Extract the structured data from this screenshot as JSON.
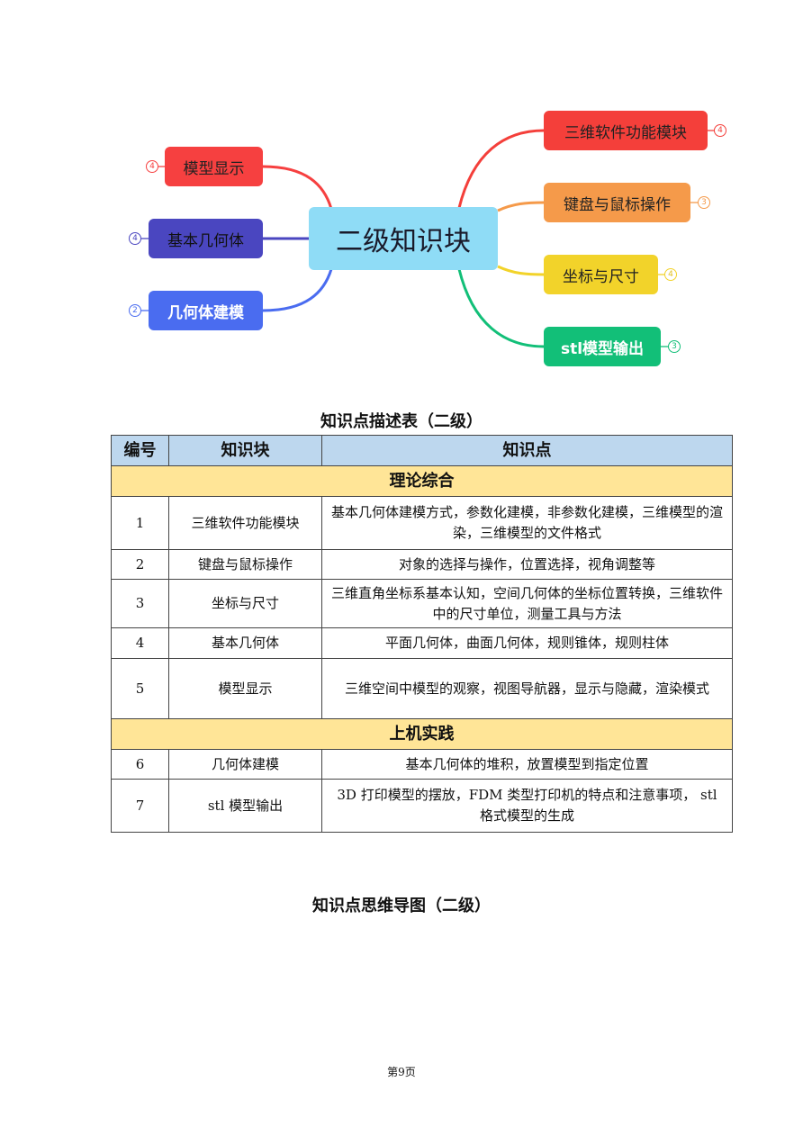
{
  "mindmap": {
    "center": "二级知识块",
    "left": [
      {
        "label": "模型显示",
        "count": "4",
        "color": "#f64040"
      },
      {
        "label": "基本几何体",
        "count": "4",
        "color": "#4a46c0"
      },
      {
        "label": "几何体建模",
        "count": "2",
        "color": "#4a6cf0"
      }
    ],
    "right": [
      {
        "label": "三维软件功能模块",
        "count": "4",
        "color": "#f43f3a"
      },
      {
        "label": "键盘与鼠标操作",
        "count": "3",
        "color": "#f59a4a"
      },
      {
        "label": "坐标与尺寸",
        "count": "4",
        "color": "#f2d32a"
      },
      {
        "label": "stl模型输出",
        "count": "3",
        "color": "#12bf78"
      }
    ]
  },
  "table_title": "知识点描述表（二级）",
  "table": {
    "headers": [
      "编号",
      "知识块",
      "知识点"
    ],
    "section1": "理论综合",
    "rows1": [
      {
        "no": "1",
        "block": "三维软件功能模块",
        "points": "基本几何体建模方式，参数化建模，非参数化建模，三维模型的渲染，三维模型的文件格式"
      },
      {
        "no": "2",
        "block": "键盘与鼠标操作",
        "points": "对象的选择与操作，位置选择，视角调整等"
      },
      {
        "no": "3",
        "block": "坐标与尺寸",
        "points": "三维直角坐标系基本认知，空间几何体的坐标位置转换，三维软件中的尺寸单位，测量工具与方法"
      },
      {
        "no": "4",
        "block": "基本几何体",
        "points": "平面几何体，曲面几何体，规则锥体，规则柱体"
      },
      {
        "no": "5",
        "block": "模型显示",
        "points": "三维空间中模型的观察，视图导航器，显示与隐藏，渲染模式"
      }
    ],
    "section2": "上机实践",
    "rows2": [
      {
        "no": "6",
        "block": "几何体建模",
        "points": "基本几何体的堆积，放置模型到指定位置"
      },
      {
        "no": "7",
        "block": "stl 模型输出",
        "points": "3D 打印模型的摆放，FDM 类型打印机的特点和注意事项， stl 格式模型的生成"
      }
    ]
  },
  "mindmap_title": "知识点思维导图（二级）",
  "footer": "第9页"
}
